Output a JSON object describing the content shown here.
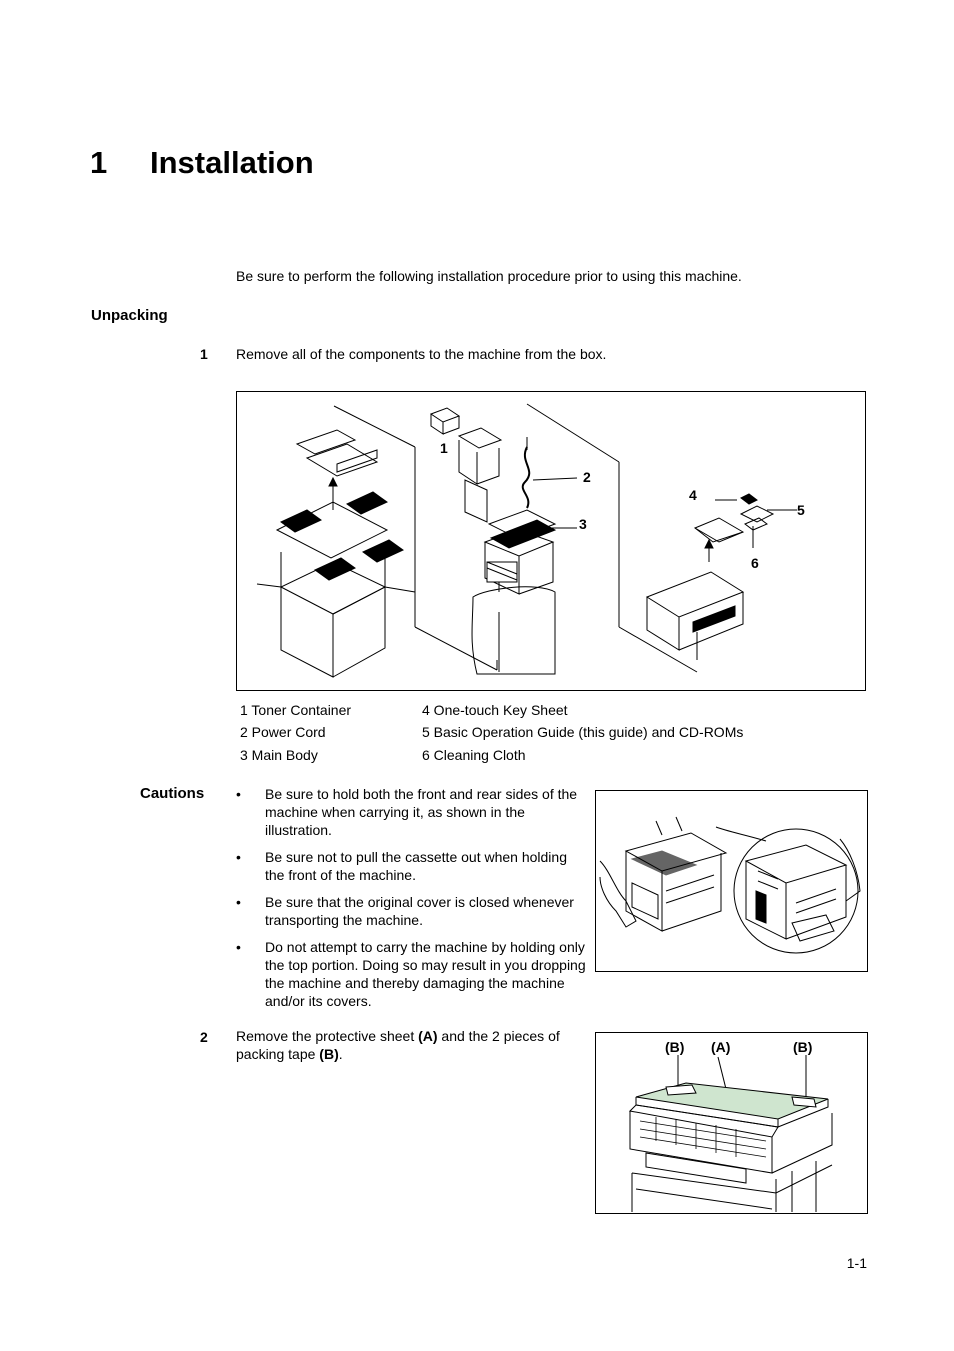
{
  "chapter": {
    "number": "1",
    "title": "Installation"
  },
  "intro": "Be sure to perform the following installation procedure prior to using this machine.",
  "unpacking": {
    "heading": "Unpacking",
    "step1": {
      "number": "1",
      "text": "Remove all of the components to the machine from the box."
    },
    "figure_callouts": [
      "1",
      "2",
      "3",
      "4",
      "5",
      "6"
    ],
    "legend": [
      "1 Toner Container",
      "2 Power Cord",
      "3 Main Body",
      "4 One-touch Key Sheet",
      "5 Basic Operation Guide (this guide) and CD-ROMs",
      "6 Cleaning Cloth"
    ]
  },
  "cautions": {
    "heading": "Cautions",
    "bullet": "•",
    "items": [
      "Be sure to hold both the front and rear sides of the machine when carrying it, as shown in the illustration.",
      "Be sure not to pull the cassette out when holding the front of the machine.",
      "Be sure that the original cover is closed whenever transporting the machine.",
      "Do not attempt to carry the machine by holding only the top portion. Doing so may result in you dropping the machine and thereby damaging the machine and/or its covers."
    ]
  },
  "step2": {
    "number": "2",
    "text_before_a": "Remove the protective sheet ",
    "label_a": "(A)",
    "text_middle": " and the 2 pieces of packing tape ",
    "label_b": "(B)",
    "text_end": ".",
    "figure_labels": {
      "b_left": "(B)",
      "a": "(A)",
      "b_right": "(B)"
    },
    "sheet_color": "#cfe5cf"
  },
  "page_number": "1-1"
}
